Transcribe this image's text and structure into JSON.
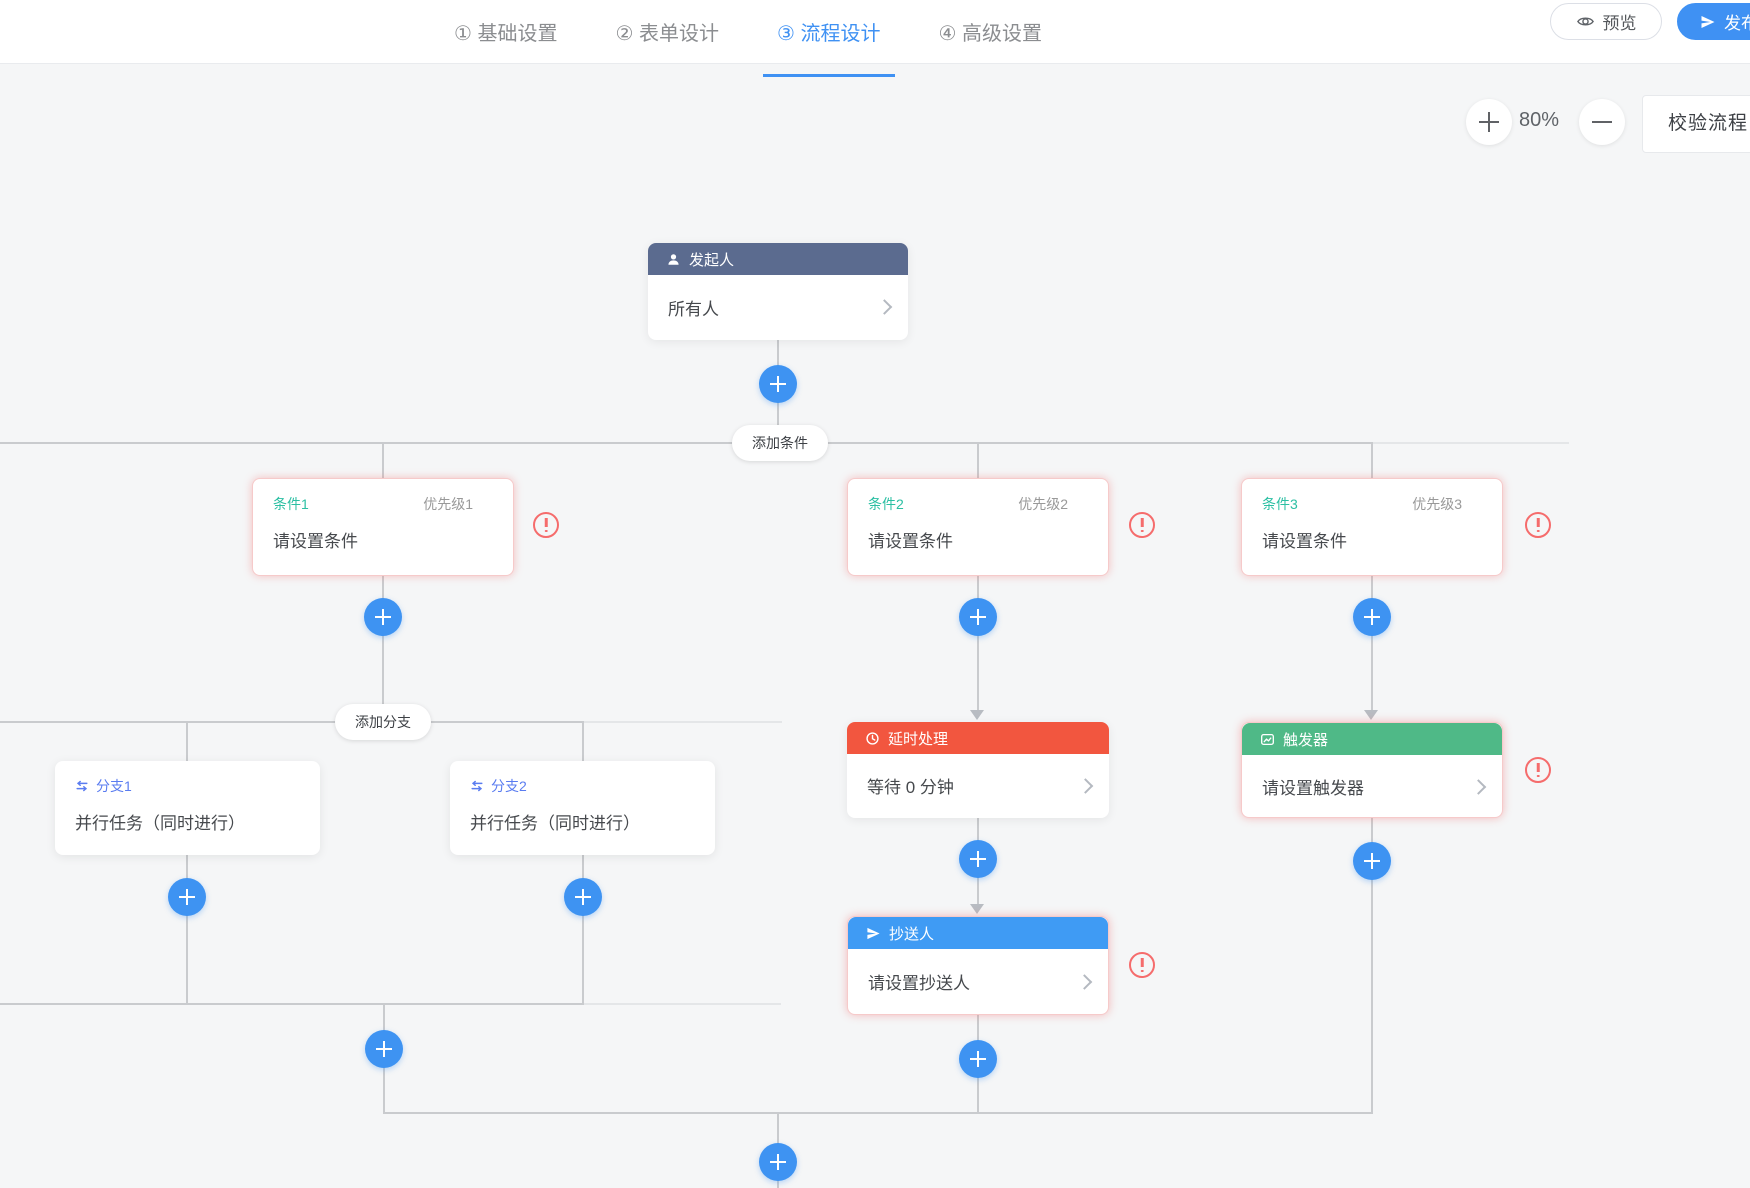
{
  "header": {
    "tabs": [
      {
        "label": "① 基础设置",
        "active": false
      },
      {
        "label": "② 表单设计",
        "active": false
      },
      {
        "label": "③ 流程设计",
        "active": true
      },
      {
        "label": "④ 高级设置",
        "active": false
      }
    ],
    "preview_label": "预览",
    "publish_label": "发布"
  },
  "toolbar": {
    "zoom_level": "80%",
    "validate_label": "校验流程"
  },
  "flow": {
    "start_node": {
      "title": "发起人",
      "value": "所有人"
    },
    "add_condition_label": "添加条件",
    "add_branch_label": "添加分支",
    "conditions": [
      {
        "name": "条件1",
        "priority": "优先级1",
        "value": "请设置条件"
      },
      {
        "name": "条件2",
        "priority": "优先级2",
        "value": "请设置条件"
      },
      {
        "name": "条件3",
        "priority": "优先级3",
        "value": "请设置条件"
      }
    ],
    "branches": [
      {
        "name": "分支1",
        "value": "并行任务（同时进行）"
      },
      {
        "name": "分支2",
        "value": "并行任务（同时进行）"
      }
    ],
    "delay_node": {
      "title": "延时处理",
      "value": "等待 0 分钟"
    },
    "cc_node": {
      "title": "抄送人",
      "value": "请设置抄送人"
    },
    "trigger_node": {
      "title": "触发器",
      "value": "请设置触发器"
    }
  },
  "colors": {
    "accent_blue": "#3F91F3",
    "plus_blue": "#3E93F2",
    "start_header_slate": "#5B6B8F",
    "delay_header_red": "#F2563F",
    "cc_header_blue": "#3F9BF4",
    "trigger_header_green": "#4FB987",
    "condition_name_teal": "#2BBFA3",
    "branch_name_blue": "#5A7CF0",
    "warning_red": "#F56C6C",
    "error_border_pink": "#F6CACA",
    "line_gray": "#C9CBCE",
    "canvas_bg": "#F5F6F7"
  }
}
